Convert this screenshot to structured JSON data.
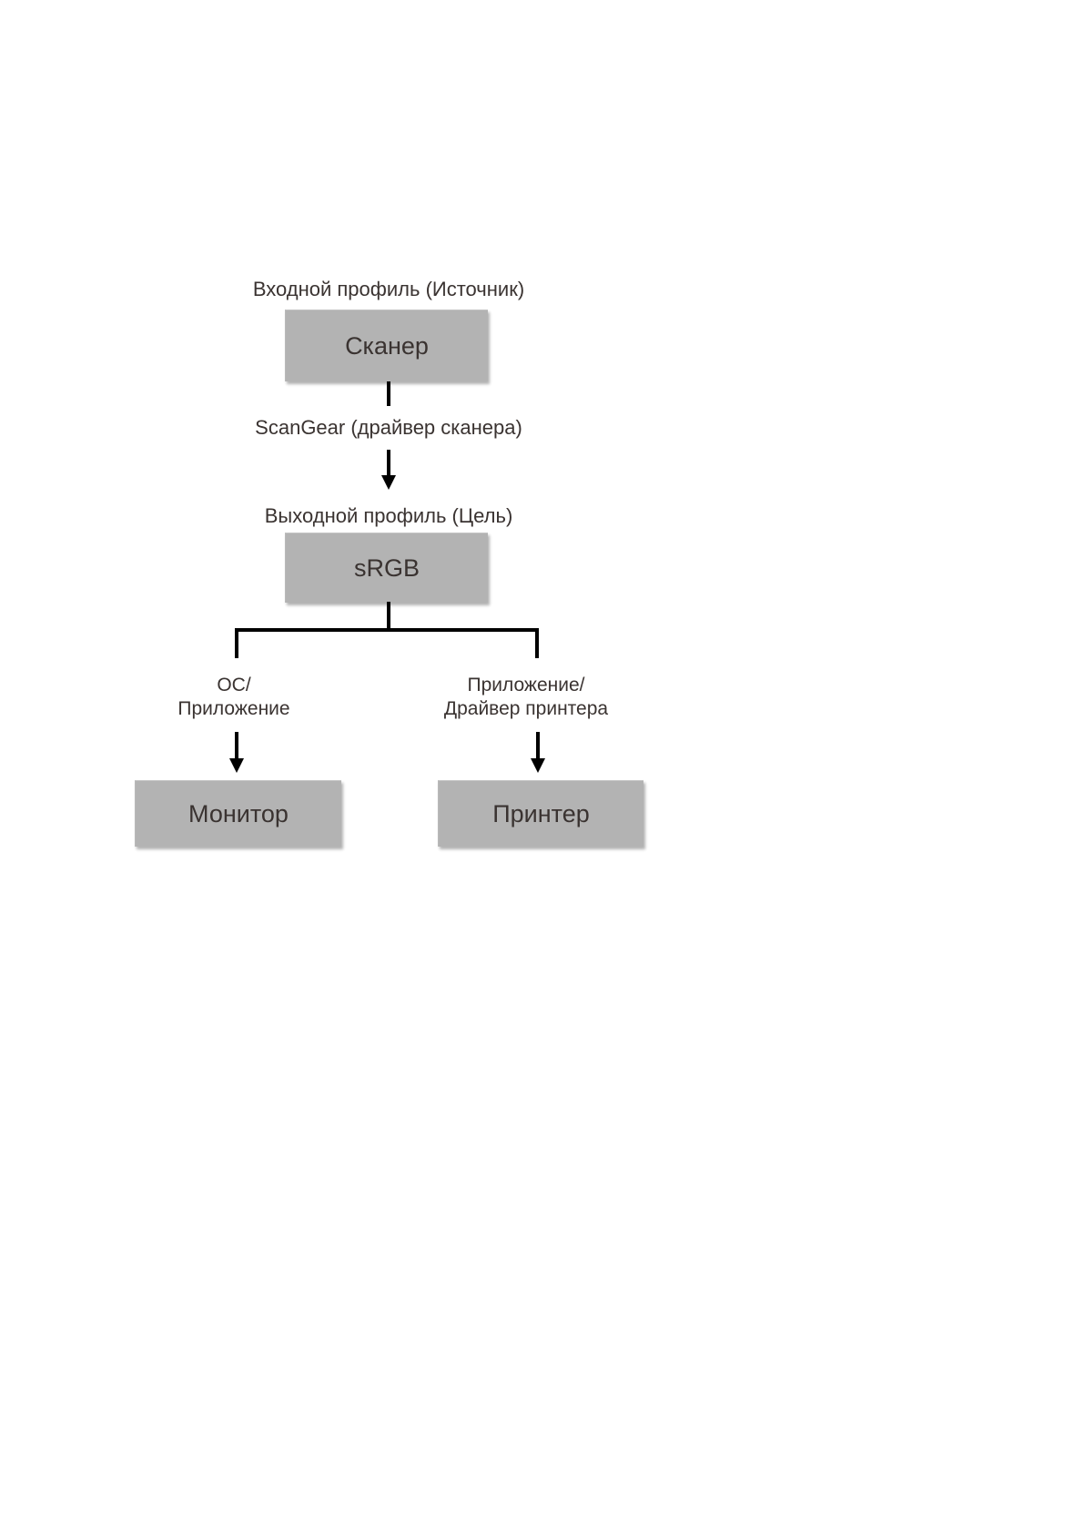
{
  "diagram": {
    "description": "Color-matching flow diagram (scanner color management)",
    "labels": {
      "input_profile": "Входной профиль (Источник)",
      "scangear": "ScanGear (драйвер сканера)",
      "output_profile": "Выходной профиль (Цель)",
      "os_application_line1": "ОС/",
      "os_application_line2": "Приложение",
      "app_printer_driver_line1": "Приложение/",
      "app_printer_driver_line2": "Драйвер принтера"
    },
    "nodes": {
      "scanner": "Сканер",
      "srgb": "sRGB",
      "monitor": "Монитор",
      "printer": "Принтер"
    },
    "colors": {
      "box_fill": "#b3b3b3",
      "connector": "#000000",
      "text": "#3a3331",
      "background": "#ffffff"
    }
  }
}
